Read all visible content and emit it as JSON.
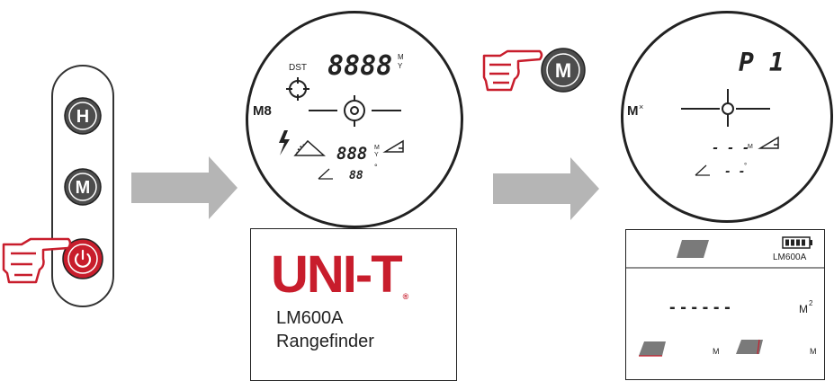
{
  "remote": {
    "buttons": [
      {
        "name": "hold-button",
        "label": "H"
      },
      {
        "name": "mode-button",
        "label": "M"
      },
      {
        "name": "power-button",
        "label": "⏻"
      }
    ]
  },
  "viewfinder_standby": {
    "dst_label": "DST",
    "main_digits": "8888",
    "main_unit": "M\nY",
    "mode_label": "M8",
    "secondary_digits": "888",
    "angle_digits": "88",
    "angle_unit": "°"
  },
  "mode_press_button_label": "M",
  "viewfinder_program": {
    "program_label": "P 1",
    "mode_label": "M",
    "distance_dashes": "- - -",
    "distance_unit": "M",
    "angle_dashes": "- -",
    "angle_unit": "°"
  },
  "product": {
    "brand": "UNI-T",
    "registered": "®",
    "model": "LM600A",
    "type": "Rangefinder"
  },
  "lcd": {
    "model": "LM600A",
    "area_dashes": "- - - - - -",
    "area_unit": "M",
    "area_power": "2",
    "left_unit": "M",
    "right_unit": "M"
  },
  "colors": {
    "brand_red": "#c81d2c",
    "button_dark": "#4d4d4d",
    "arrow_gray": "#b5b5b5"
  }
}
